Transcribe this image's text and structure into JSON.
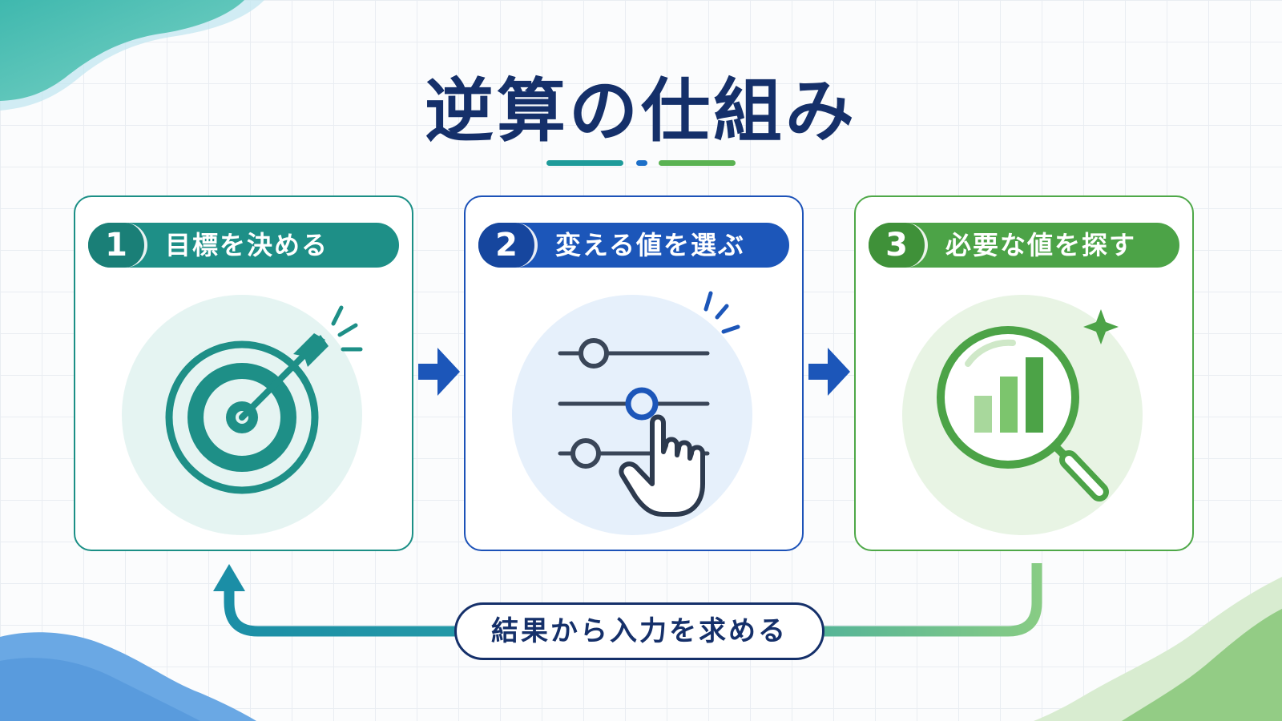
{
  "title": "逆算の仕組み",
  "steps": [
    {
      "number": "1",
      "label": "目標を決める",
      "icon": "target-icon",
      "color": "#1e8f87"
    },
    {
      "number": "2",
      "label": "変える値を選ぶ",
      "icon": "slider-adjust-icon",
      "color": "#1c56b9"
    },
    {
      "number": "3",
      "label": "必要な値を探す",
      "icon": "magnifier-chart-icon",
      "color": "#4ca347"
    }
  ],
  "loop_label": "結果から入力を求める",
  "colors": {
    "title": "#15306a",
    "teal": "#1e8f87",
    "blue": "#1c56b9",
    "green": "#4ca347"
  }
}
